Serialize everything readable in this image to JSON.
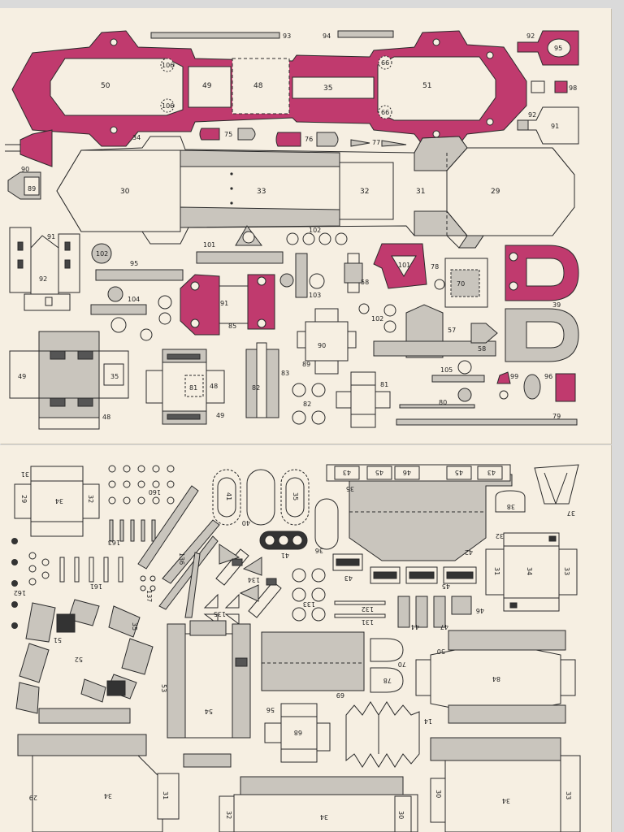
{
  "colors": {
    "paper": "#f6efe2",
    "magenta": "#c03a6e",
    "grey": "#c9c5bd",
    "line": "#2a2a2a"
  },
  "top_sheet": {
    "labels": {
      "p50": "50",
      "p49": "49",
      "p48": "48",
      "p35": "35",
      "p51": "51",
      "p106a": "106",
      "p106b": "106",
      "p66a": "66",
      "p66b": "66",
      "p93": "93",
      "p94": "94",
      "p92a": "92",
      "p95a": "95",
      "p98": "98",
      "p92b": "92",
      "p91a": "91",
      "p34": "34",
      "p75": "75",
      "p76": "76",
      "p77": "77",
      "p90a": "90",
      "p89a": "89",
      "p30": "30",
      "p33": "33",
      "p32": "32",
      "p31": "31",
      "p29": "29",
      "p91b": "91",
      "p92c": "92",
      "p102a": "102",
      "p101a": "101",
      "p102b": "102",
      "p95b": "95",
      "p104": "104",
      "p101b": "101",
      "p78": "78",
      "p70": "70",
      "p39": "39",
      "p91c": "91",
      "p85": "85",
      "p103": "103",
      "p58a": "58",
      "p102c": "102",
      "p90b": "90",
      "p89b": "89",
      "p57": "57",
      "p58b": "58",
      "p49b": "49",
      "p35b": "35",
      "p48b": "48",
      "p81a": "81",
      "p48c": "48",
      "p49c": "49",
      "p82a": "82",
      "p83": "83",
      "p82b": "82",
      "p81b": "81",
      "p105": "105",
      "p99": "99",
      "p96": "96",
      "p80": "80",
      "p79": "79"
    }
  },
  "bottom_sheet": {
    "labels": {
      "q31": "31",
      "q29": "29",
      "q34a": "34",
      "q32a": "32",
      "q160": "160",
      "q163": "163",
      "q162": "162",
      "q161": "161",
      "q137": "137",
      "q136": "136",
      "q41a": "41",
      "q40": "40",
      "q35a": "35",
      "q41b": "41",
      "q36": "36",
      "q43a": "43",
      "q45a": "45",
      "q46": "46",
      "q45b": "45",
      "q43b": "43",
      "q35b": "35",
      "q42": "42",
      "q38": "38",
      "q37": "37",
      "q32b": "32",
      "q34b": "34",
      "q31b": "31",
      "q33a": "33",
      "q43c": "43",
      "q45c": "45",
      "q134": "134",
      "q135": "135",
      "q133": "133",
      "q132": "132",
      "q131": "131",
      "q44": "44",
      "q47": "47",
      "q46b": "46",
      "q51": "51",
      "q52": "52",
      "q53": "53",
      "q54": "54",
      "q69": "69",
      "q70": "70",
      "q78": "78",
      "q50": "50",
      "q84": "84",
      "q56": "56",
      "q68": "68",
      "q14": "14",
      "q29b": "29",
      "q34c": "34",
      "q31c": "31",
      "q32c": "32",
      "q34d": "34",
      "q30a": "30",
      "q30b": "30",
      "q34e": "34",
      "q33b": "33"
    }
  }
}
